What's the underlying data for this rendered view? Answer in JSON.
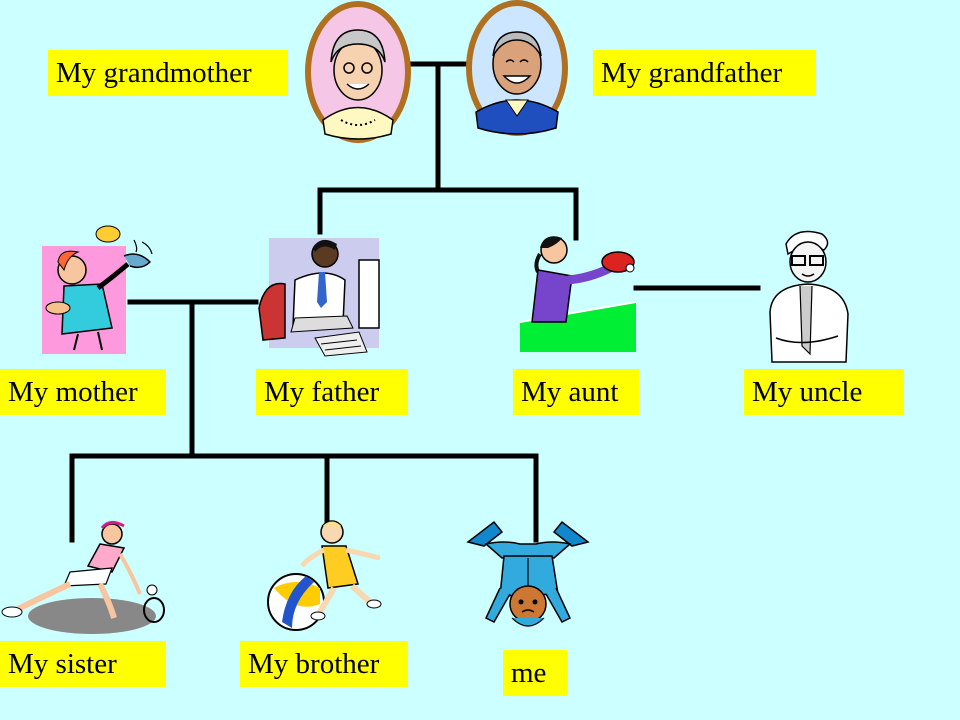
{
  "labels": {
    "grandmother": "My grandmother",
    "grandfather": "My grandfather",
    "mother": "My mother",
    "father": "My father",
    "aunt": "My aunt",
    "uncle": "My uncle",
    "sister": "My sister",
    "brother": "My brother",
    "me": "me"
  },
  "colors": {
    "background": "#ccffff",
    "label_fill": "#ffff00",
    "connector": "#000000",
    "portrait_frame": "#b07020"
  },
  "icons": {
    "grandmother": "grandmother-portrait-icon",
    "grandfather": "grandfather-portrait-icon",
    "mother": "mother-cooking-icon",
    "father": "father-computer-icon",
    "aunt": "aunt-table-tennis-icon",
    "uncle": "uncle-glasses-icon",
    "sister": "sister-tennis-icon",
    "brother": "brother-ball-icon",
    "me": "me-handstand-icon"
  }
}
